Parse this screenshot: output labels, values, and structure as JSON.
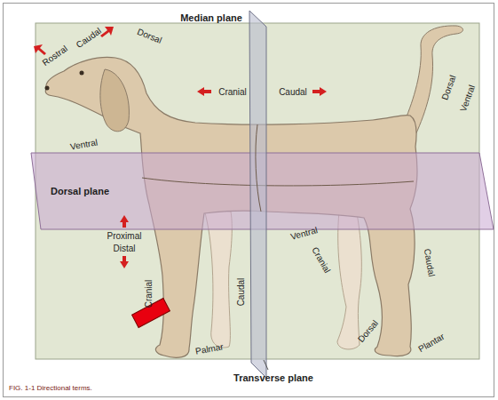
{
  "diagram": {
    "caption": "FIG. 1-1 Directional terms.",
    "labels": [
      "Median plane",
      "Rostral",
      "Caudal",
      "Dorsal",
      "Cranial",
      "Caudal",
      "Dorsal",
      "Ventral",
      "Ventral",
      "Dorsal plane",
      "Proximal",
      "Distal",
      "Cranial",
      "Caudal",
      "Ventral",
      "Cranial",
      "Caudal",
      "Palmar",
      "Dorsal",
      "Plantar",
      "Transverse plane"
    ]
  }
}
